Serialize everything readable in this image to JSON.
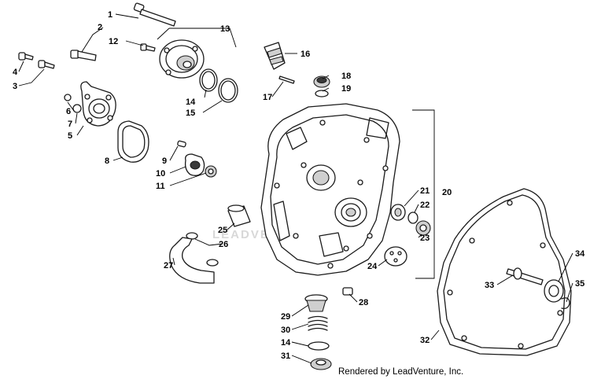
{
  "callouts": [
    "1",
    "2",
    "3",
    "4",
    "5",
    "6",
    "7",
    "8",
    "9",
    "10",
    "11",
    "12",
    "13",
    "14",
    "15",
    "16",
    "17",
    "18",
    "19",
    "20",
    "21",
    "22",
    "23",
    "24",
    "25",
    "26",
    "27",
    "28",
    "29",
    "30",
    "14",
    "31",
    "32",
    "33",
    "34",
    "35"
  ],
  "credit": "Rendered by LeadVenture, Inc.",
  "watermark": "LEADVENTURE"
}
